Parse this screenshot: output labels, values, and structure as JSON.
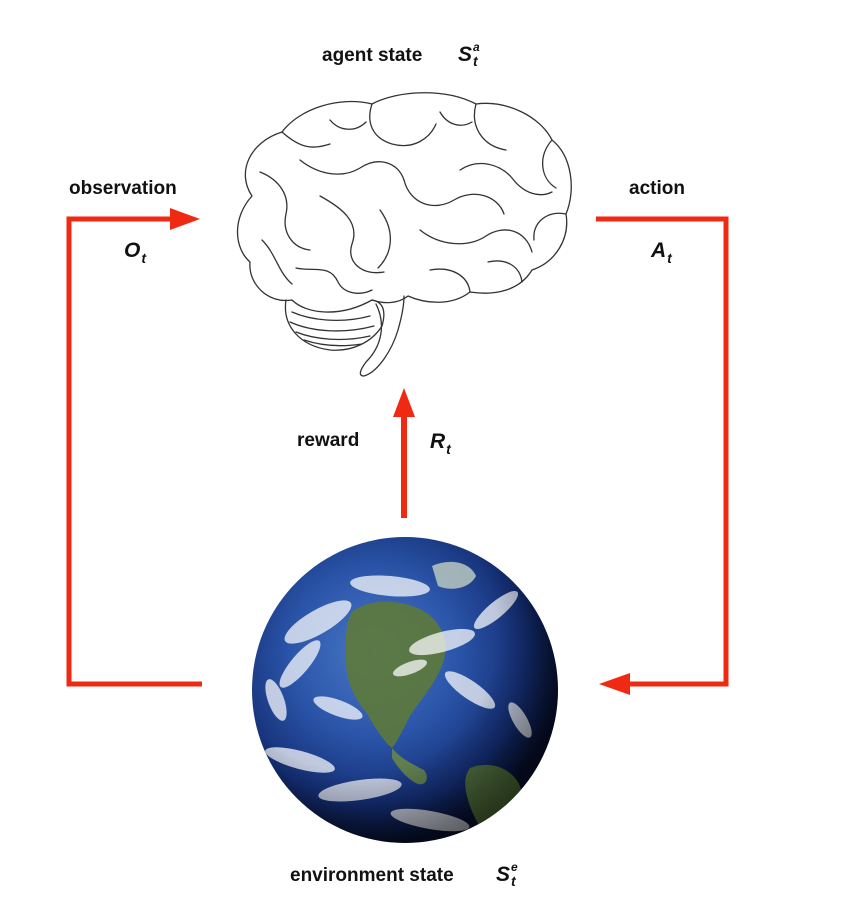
{
  "agent": {
    "label": "agent state",
    "symbol": "S",
    "superscript": "a",
    "subscript": "t"
  },
  "environment": {
    "label": "environment state",
    "symbol": "S",
    "superscript": "e",
    "subscript": "t"
  },
  "observation": {
    "label": "observation",
    "symbol": "O",
    "subscript": "t"
  },
  "action": {
    "label": "action",
    "symbol": "A",
    "subscript": "t"
  },
  "reward": {
    "label": "reward",
    "symbol": "R",
    "subscript": "t"
  },
  "colors": {
    "arrow": "#f02a12",
    "earth_ocean": "#1d3f8f",
    "brain_outline": "#333333"
  }
}
